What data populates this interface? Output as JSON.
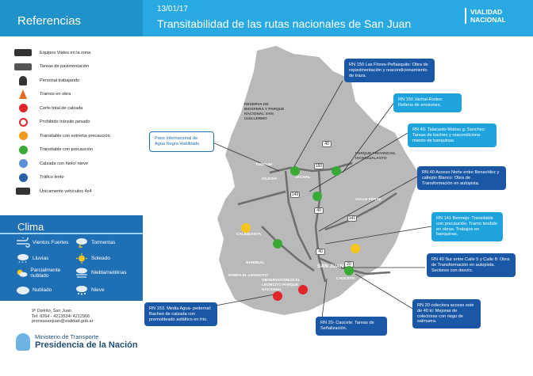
{
  "header": {
    "references_title": "Referencias",
    "date": "13/01/17",
    "title": "Transitabilidad de las rutas nacionales de San Juan",
    "logo_line1": "VIALIDAD",
    "logo_line2": "NACIONAL"
  },
  "legend": {
    "items": [
      {
        "label": "Equipos Viales en la zona",
        "icon": "road-equipment-icon"
      },
      {
        "label": "Tareas de pavimentación",
        "icon": "paving-icon"
      },
      {
        "label": "Personal trabajando",
        "icon": "worker-icon"
      },
      {
        "label": "Tramos en obra",
        "icon": "cone-icon"
      },
      {
        "label": "Corte total de calzada",
        "icon": "road-closed-icon"
      },
      {
        "label": "Prohibido tránsito pesado",
        "icon": "no-heavy-traffic-icon"
      },
      {
        "label": "Transitable con extrema precaución",
        "icon": "extreme-caution-icon"
      },
      {
        "label": "Transitable con precaución",
        "icon": "caution-icon"
      },
      {
        "label": "Calzada con hielo/ nieve",
        "icon": "ice-icon"
      },
      {
        "label": "Tráfico lento",
        "icon": "slow-traffic-icon"
      },
      {
        "label": "Únicamente vehículos 4x4",
        "icon": "four-by-four-icon"
      }
    ]
  },
  "clima": {
    "title": "Clima",
    "items": [
      {
        "label": "Vientos Fuertes",
        "icon": "wind-icon"
      },
      {
        "label": "Tormentas",
        "icon": "storm-icon"
      },
      {
        "label": "Lluvias",
        "icon": "rain-icon"
      },
      {
        "label": "Soleado",
        "icon": "sun-icon"
      },
      {
        "label": "Parcialmente nublado",
        "icon": "partly-cloudy-icon"
      },
      {
        "label": "Niebla/neblinas",
        "icon": "fog-icon"
      },
      {
        "label": "Nublado",
        "icon": "cloud-icon"
      },
      {
        "label": "Nieve",
        "icon": "snow-icon"
      }
    ]
  },
  "contact": {
    "line1": "9º Distrito, San Juan",
    "line2": "Tel: 0264 - 4213534/ 4212966",
    "line3": "prensasanjuan@vialidad.gob.ar"
  },
  "ministry": {
    "sub": "Ministerio de Transporte",
    "main": "Presidencia de la Nación"
  },
  "callouts": {
    "c1": "RN 150 Las Flores-Peñasquito: Obra de repavimentación y reacondicionamiento de traza.",
    "c2": "RN 150 Jáchal-Rodeo: Relleno de erosiones.",
    "c3": "RN 40. Talacasto-Matías g. Sanchez: Tareas de bacheo y reacondiciona miento de banquinas.",
    "c4": "Paso Internacional de Agua Negra Habilitado",
    "c5": "RN 40 Acceso Norte entre Benavídez y callejón Blanco: Obra de Transformación en autopista.",
    "c6": "RN 141 Bermejo: Transitable con precaución. Tramo tendido en obras. Trabajos en banquinas.",
    "c7": "RN 40 Sur entre Calle 5 y Calle 8: Obra de Transformación en autopista. Sectores con desvío.",
    "c8": "RN 153. Media Agua- pedernal: Bacheo de calzada con premoldeado asfáltico en frío.",
    "c9": "RN 20 colectora acceso este de 40 ki: Mejoras de colectoras con riego de salmuera.",
    "c10": "RN 20- Caucete: Tareas de Señalización."
  },
  "places": {
    "reserva": "RESERVA DE BIOSFERA Y PARQUE NACIONAL SAN GUILLERMO",
    "iglesia": "IGLESIA",
    "tudcum": "TUDCUM",
    "jachal": "JÁCHAL",
    "ischigualasto": "PARQUE PROVINCIAL ISCHIGUALASTO",
    "calingasta": "CALINGASTA",
    "barreal": "BARREAL",
    "san_juan": "SAN JUAN",
    "leoncito": "OBSERVATORIOS EL LEONCITO PARQUE NACIONAL",
    "pampa": "PAMPA EL LEONCITO",
    "valle_fertil": "VALLE FÉRTIL",
    "caucete": "CAUCETE"
  },
  "routes": {
    "r150": "150",
    "r40a": "40",
    "r40b": "40",
    "r40c": "40",
    "r149": "149",
    "r20": "20",
    "r141": "141"
  },
  "colors": {
    "header": "#29a9e1",
    "map_land": "#b9b9b9",
    "route_line": "#6e6e6e",
    "callout_dark": "#1a57a5",
    "callout_light": "#1fa3dc",
    "clima_bg": "#1f6fb5"
  }
}
